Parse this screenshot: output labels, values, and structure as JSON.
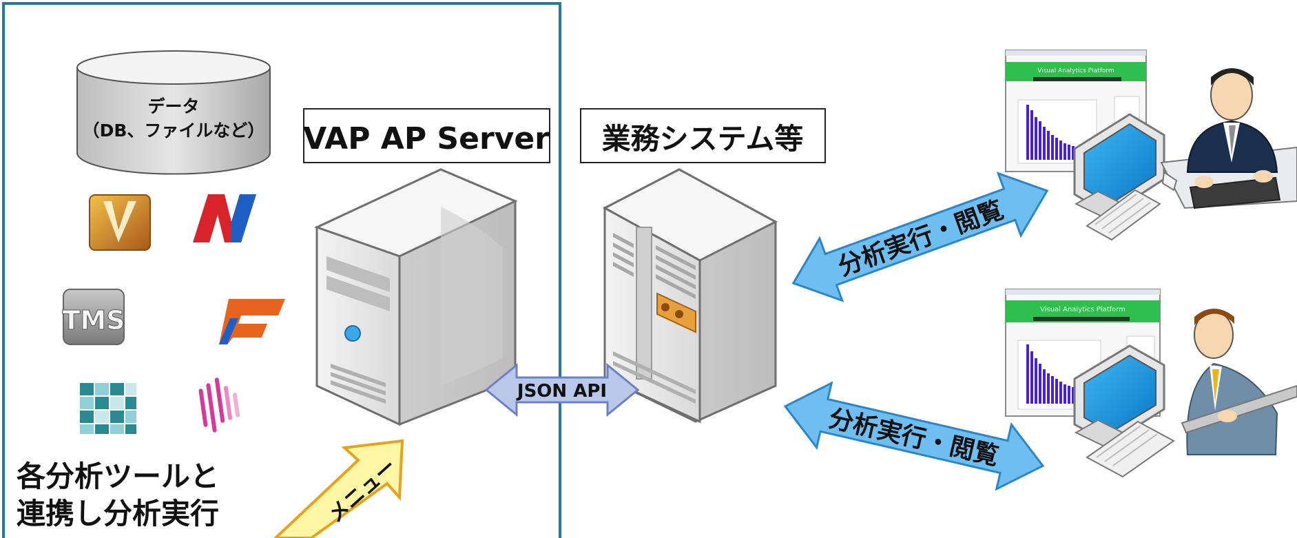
{
  "data_store": {
    "line1": "データ",
    "line2": "（DB、ファイルなど）"
  },
  "vap_server": {
    "label": "VAP AP Server"
  },
  "business_system": {
    "label": "業務システム等"
  },
  "api_link": {
    "label": "JSON API"
  },
  "client_links": [
    {
      "label": "分析実行・閲覧"
    },
    {
      "label": "分析実行・閲覧"
    }
  ],
  "menu_arrow": {
    "label": "メニュー"
  },
  "analysis_caption": {
    "line1": "各分析ツールと",
    "line2": "連携し分析実行"
  },
  "screenshot": {
    "app_title": "Visual Analytics Platform"
  },
  "tool_logos": [
    {
      "icon": "v-logo-icon",
      "color": "#d98a1e"
    },
    {
      "icon": "n-logo-icon",
      "color": "#d8232a"
    },
    {
      "icon": "tms-logo-icon",
      "color": "#8a8a8a"
    },
    {
      "icon": "f-logo-icon",
      "color": "#e8641e"
    },
    {
      "icon": "grid-logo-icon",
      "color": "#2a8a94"
    },
    {
      "icon": "stripes-logo-icon",
      "color": "#d6399a"
    }
  ],
  "colors": {
    "frame": "#1f7aa8",
    "arrow_blue": "#6fbef2",
    "arrow_blue_edge": "#2a86c8",
    "api_arrow": "#b9c8ea",
    "menu_arrow": "#fff6a6",
    "chart_bar": "#4b1fd6",
    "screen_header": "#2fbf4f"
  }
}
